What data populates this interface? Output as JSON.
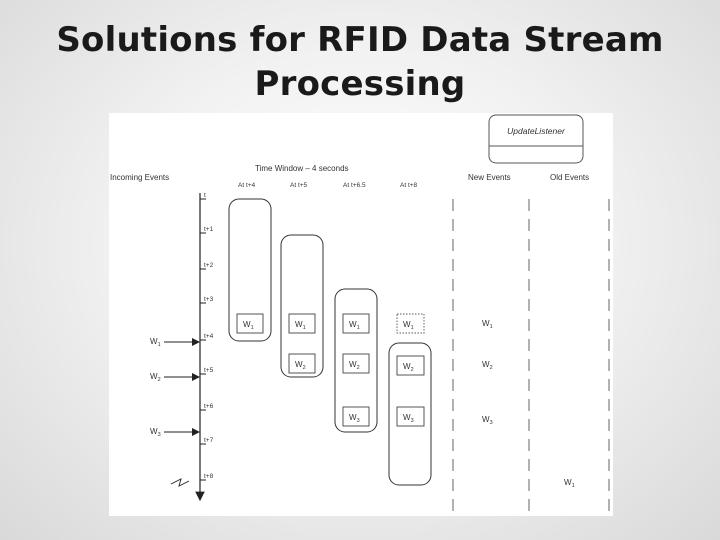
{
  "slide": {
    "title_line1": "Solutions for RFID Data Stream",
    "title_line2": "Processing"
  },
  "diagram": {
    "update_listener": "UpdateListener",
    "incoming_events": "Incoming Events",
    "time_window": "Time Window – 4 seconds",
    "new_events": "New Events",
    "old_events": "Old Events",
    "time_ticks": [
      "t",
      "t+1",
      "t+2",
      "t+3",
      "t+4",
      "t+5",
      "t+6",
      "t+7",
      "t+8"
    ],
    "window_columns": [
      "At t+4",
      "At t+5",
      "At t+6.5",
      "At t+8"
    ],
    "incoming": [
      {
        "name": "W",
        "sub": "1"
      },
      {
        "name": "W",
        "sub": "2"
      },
      {
        "name": "W",
        "sub": "3"
      }
    ],
    "windows": [
      [
        {
          "name": "W",
          "sub": "1"
        }
      ],
      [
        {
          "name": "W",
          "sub": "1"
        },
        {
          "name": "W",
          "sub": "2"
        }
      ],
      [
        {
          "name": "W",
          "sub": "1"
        },
        {
          "name": "W",
          "sub": "2"
        },
        {
          "name": "W",
          "sub": "3"
        }
      ],
      [
        {
          "name": "W",
          "sub": "1"
        },
        {
          "name": "W",
          "sub": "2"
        },
        {
          "name": "W",
          "sub": "3"
        }
      ]
    ],
    "new_event_items": [
      {
        "name": "W",
        "sub": "1"
      },
      {
        "name": "W",
        "sub": "2"
      },
      {
        "name": "W",
        "sub": "3"
      }
    ],
    "old_event_items": [
      {
        "name": "W",
        "sub": "1"
      }
    ]
  }
}
